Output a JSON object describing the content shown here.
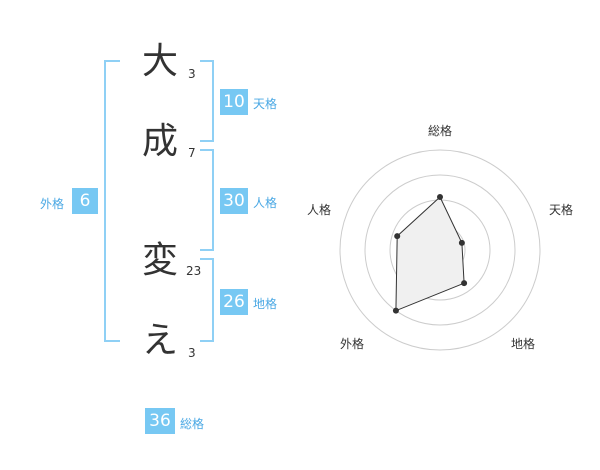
{
  "name": {
    "chars": [
      {
        "char": "大",
        "strokes": "3"
      },
      {
        "char": "成",
        "strokes": "7"
      },
      {
        "char": "変",
        "strokes": "23"
      },
      {
        "char": "え",
        "strokes": "3"
      }
    ]
  },
  "fortunes": {
    "ten": {
      "value": "10",
      "label": "天格"
    },
    "jin": {
      "value": "30",
      "label": "人格"
    },
    "chi": {
      "value": "26",
      "label": "地格"
    },
    "gai": {
      "value": "6",
      "label": "外格"
    },
    "sou": {
      "value": "36",
      "label": "総格"
    }
  },
  "chart_data": {
    "type": "radar",
    "axes": [
      "総格",
      "天格",
      "地格",
      "外格",
      "人格"
    ],
    "values": [
      0.53,
      0.23,
      0.41,
      0.75,
      0.45
    ],
    "rings": 4,
    "colors": {
      "fill": "#f0f0f0",
      "line": "#333333",
      "ring": "#cccccc",
      "point": "#333333"
    }
  }
}
